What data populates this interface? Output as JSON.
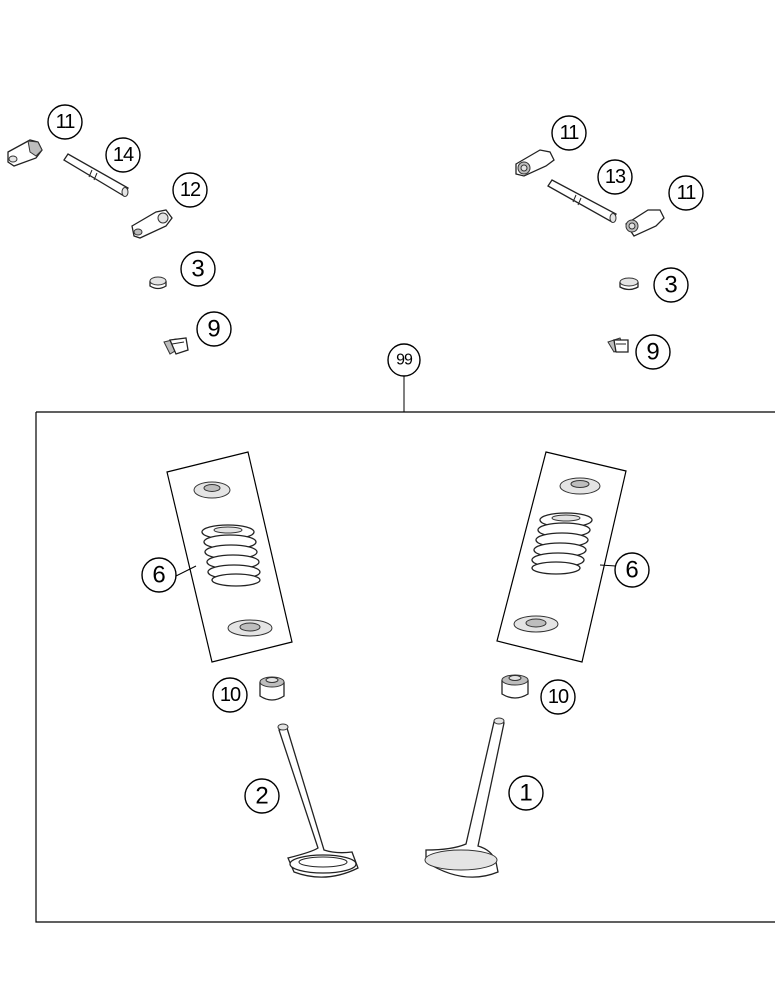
{
  "callouts": [
    {
      "id": "c11a",
      "label": "11"
    },
    {
      "id": "c14",
      "label": "14"
    },
    {
      "id": "c12",
      "label": "12"
    },
    {
      "id": "c3a",
      "label": "3"
    },
    {
      "id": "c9a",
      "label": "9"
    },
    {
      "id": "c11b",
      "label": "11"
    },
    {
      "id": "c13",
      "label": "13"
    },
    {
      "id": "c11c",
      "label": "11"
    },
    {
      "id": "c3b",
      "label": "3"
    },
    {
      "id": "c9b",
      "label": "9"
    },
    {
      "id": "c99",
      "label": "99"
    },
    {
      "id": "c6a",
      "label": "6"
    },
    {
      "id": "c6b",
      "label": "6"
    },
    {
      "id": "c10a",
      "label": "10"
    },
    {
      "id": "c10b",
      "label": "10"
    },
    {
      "id": "c2",
      "label": "2"
    },
    {
      "id": "c1",
      "label": "1"
    }
  ]
}
